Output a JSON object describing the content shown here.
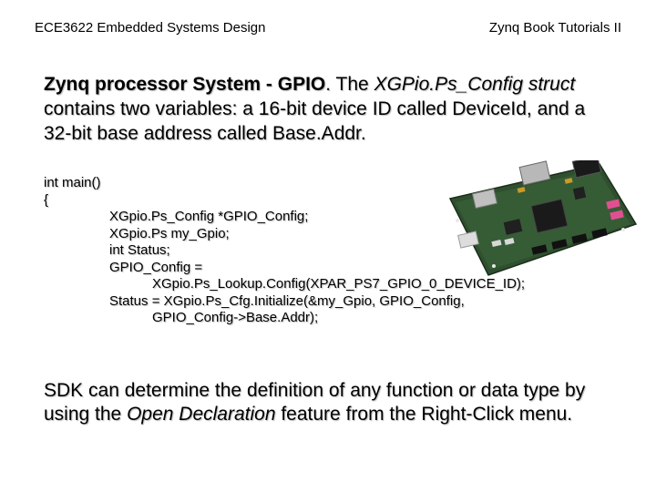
{
  "header": {
    "left": "ECE3622 Embedded Systems Design",
    "right": "Zynq Book Tutorials II"
  },
  "lead": {
    "bold": "Zynq processor System - GPIO",
    "sep": ". The ",
    "italic1": "XGPio.Ps_Config",
    "space": " ",
    "italic2": "struct",
    "rest": " contains two variables: a 16-bit device ID called DeviceId, and a 32-bit base address called Base.Addr."
  },
  "code": {
    "l1": "int main()",
    "l2": "{",
    "l3": "XGpio.Ps_Config *GPIO_Config;",
    "l4": "XGpio.Ps my_Gpio;",
    "l5": "int Status;",
    "l6": "GPIO_Config =",
    "l7": "XGpio.Ps_Lookup.Config(XPAR_PS7_GPIO_0_DEVICE_ID);",
    "l8": "Status = XGpio.Ps_Cfg.Initialize(&my_Gpio, GPIO_Config,",
    "l9": "GPIO_Config->Base.Addr);"
  },
  "closing": {
    "t1": "SDK can determine the definition of any function or data type by using the ",
    "italic": "Open Declaration",
    "t2": " feature from the Right-Click menu."
  },
  "colors": {
    "board_pcb": "#2f4f2f",
    "connector_metal": "#b8b8b8",
    "header_pink": "#e05090"
  }
}
